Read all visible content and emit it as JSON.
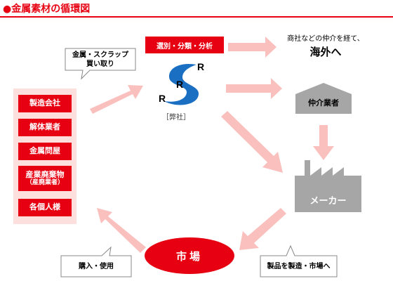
{
  "header": {
    "title": "●金属素材の循環図"
  },
  "sources": [
    {
      "label": "製造会社",
      "sub": ""
    },
    {
      "label": "解体業者",
      "sub": ""
    },
    {
      "label": "金属問屋",
      "sub": ""
    },
    {
      "label": "産業廃棄物",
      "sub": "（産廃業者）"
    },
    {
      "label": "各個人様",
      "sub": ""
    }
  ],
  "bubbles": {
    "purchase_scrap": {
      "line1": "金属・スクラップ",
      "line2": "買い取り"
    },
    "purchase_use": "購入・使用",
    "manufacture_market": "製品を製造・市場へ"
  },
  "company": {
    "process_label": "選別・分類・分析",
    "logo_letters": [
      "R",
      "R",
      "R"
    ],
    "note": "［弊社］"
  },
  "export": {
    "line1": "商社などの仲介を経て、",
    "line2": "海外へ"
  },
  "intermediary": {
    "label": "仲介業者"
  },
  "maker": {
    "label": "メーカー"
  },
  "market": {
    "label": "市場"
  },
  "colors": {
    "accent": "#e60012",
    "arrow": "#f9c0bd",
    "panel": "#fde0de",
    "building": "#a6a6a6",
    "ink": "#000000"
  }
}
